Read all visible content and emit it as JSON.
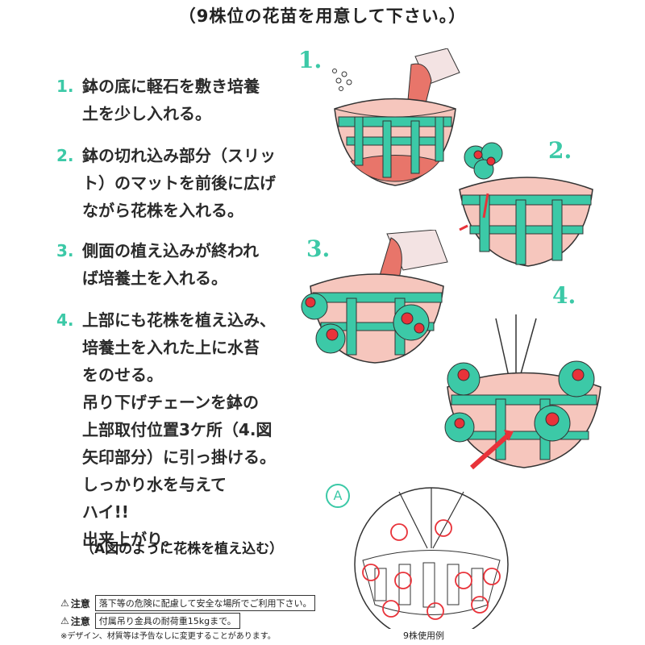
{
  "header": "（9株位の花苗を用意して下さい。）",
  "steps": [
    {
      "num": "1.",
      "text": "鉢の底に軽石を敷き培養\n土を少し入れる。"
    },
    {
      "num": "2.",
      "text": "鉢の切れ込み部分（スリッ\nト）のマットを前後に広げ\nながら花株を入れる。"
    },
    {
      "num": "3.",
      "text": "側面の植え込みが終われ\nば培養土を入れる。"
    },
    {
      "num": "4.",
      "text": "上部にも花株を植え込み、\n培養土を入れた上に水苔\nをのせる。\n吊り下げチェーンを鉢の\n上部取付位置3ケ所（4.図\n矢印部分）に引っ掛ける。\nしっかり水を与えて\nハイ!!\n出来上がり。"
    }
  ],
  "note": "（A図のように花株を植え込む）",
  "cautions": [
    {
      "label": "注意",
      "text": "落下等の危険に配慮して安全な場所でご利用下さい。"
    },
    {
      "label": "注意",
      "text": "付属吊り金具の耐荷重15kgまで。"
    }
  ],
  "footnote": "※デザイン、材質等は予告なしに変更することがあります。",
  "illustration_labels": [
    "1.",
    "2.",
    "3.",
    "4."
  ],
  "diagram_label": "A",
  "caption": "9株使用例",
  "colors": {
    "accent": "#3cc9a7",
    "soil": "#e8756a",
    "flower": "#e8333a",
    "leaf": "#3cc9a7"
  }
}
